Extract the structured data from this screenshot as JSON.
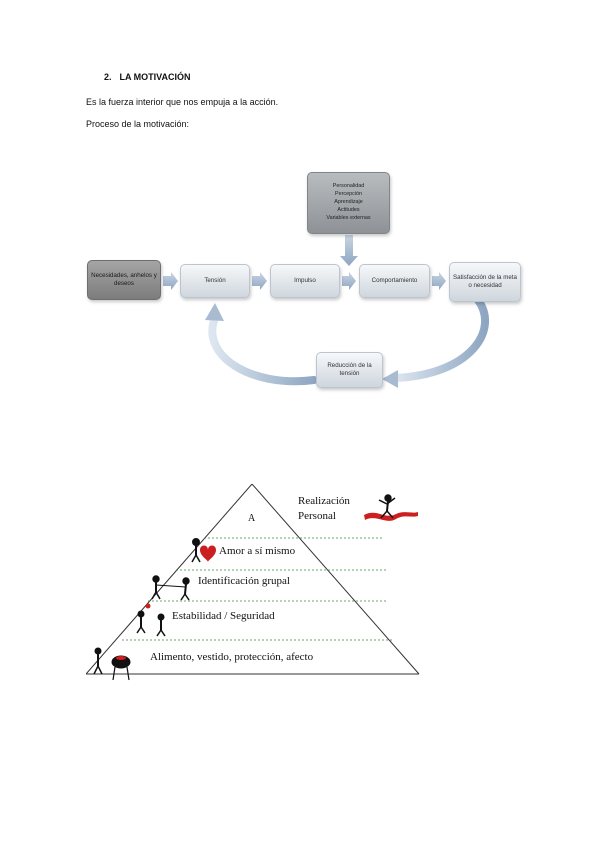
{
  "section": {
    "number": "2.",
    "title": "LA MOTIVACIÓN"
  },
  "definition": "Es la fuerza interior que nos empuja a la acción.",
  "process_title": "Proceso de la motivación:",
  "diagram": {
    "needs": "Necesidades, anhelos y deseos",
    "tension": "Tensión",
    "impulse": "Impulso",
    "behavior": "Comportamiento",
    "satisfaction": "Satisfacción de la meta o necesidad",
    "reduction": "Reducción de la tensión",
    "factors": [
      "Personalidad",
      "Percepción",
      "Aprendizaje",
      "Actitudes",
      "Variables externas"
    ]
  },
  "pyramid": {
    "top_letter": "A",
    "realization": [
      "Realización",
      "Personal"
    ],
    "levels": [
      "Amor a sí mismo",
      "Identificación grupal",
      "Estabilidad / Seguridad",
      "Alimento, vestido, protección, afecto"
    ],
    "colors": {
      "line": "#333333",
      "dash": "#3a8a3a",
      "ribbon": "#cc1f1f",
      "figure": "#111111"
    }
  }
}
